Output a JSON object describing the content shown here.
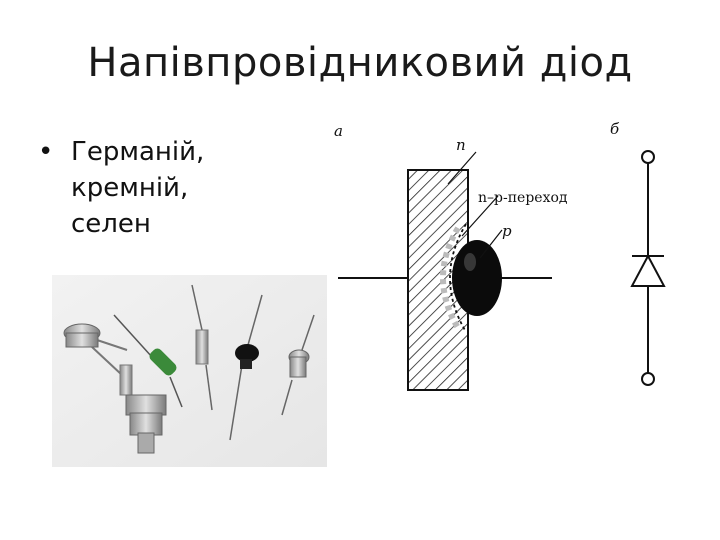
{
  "slide": {
    "title": "Напівпровідниковий діод",
    "bullet_symbol": "•",
    "bullet_lines": [
      "Германій,",
      "кремній,",
      "селен"
    ]
  },
  "diagram": {
    "label_a": "а",
    "label_b": "б",
    "label_n": "n",
    "label_junction": "n–р-переход",
    "label_p": "р"
  },
  "photo": {
    "subject": "assorted diode components",
    "icon": "diode-photo"
  },
  "colors": {
    "text": "#1a1a1a",
    "background": "#ffffff",
    "photo_background": "#eeeeee",
    "green_diode": "#3b8a3a"
  }
}
